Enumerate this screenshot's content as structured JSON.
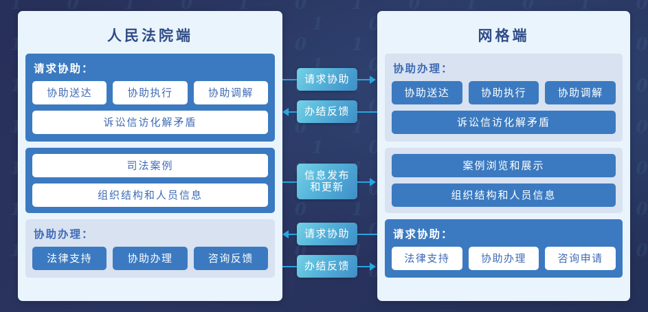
{
  "theme": {
    "background": "#28325e",
    "card_bg": "#eaf4fd",
    "blue": "#3b7ac0",
    "pale": "#d9e2f1",
    "title_color": "#2f4c86",
    "text_blue": "#3f6bb4",
    "arrow_color": "#28a6e0",
    "badge_gradient_from": "#74d2e6",
    "badge_gradient_to": "#3f8ec7"
  },
  "left_panel": {
    "title": "人民法院端",
    "sections": [
      {
        "style": "blue",
        "label": "请求协助：",
        "pills": [
          "协助送达",
          "协助执行",
          "协助调解"
        ],
        "bars": [
          "诉讼信访化解矛盾"
        ]
      },
      {
        "style": "blue",
        "label": "",
        "pills": [],
        "bars": [
          "司法案例",
          "组织结构和人员信息"
        ]
      },
      {
        "style": "pale",
        "label": "协助办理：",
        "pills": [
          "法律支持",
          "协助办理",
          "咨询反馈"
        ],
        "bars": []
      }
    ]
  },
  "right_panel": {
    "title": "网格端",
    "sections": [
      {
        "style": "pale",
        "label": "协助办理：",
        "pills": [
          "协助送达",
          "协助执行",
          "协助调解"
        ],
        "bars": [
          "诉讼信访化解矛盾"
        ]
      },
      {
        "style": "pale",
        "label": "",
        "pills": [],
        "bars": [
          "案例浏览和展示",
          "组织结构和人员信息"
        ]
      },
      {
        "style": "blue",
        "label": "请求协助：",
        "pills": [
          "法律支持",
          "协助办理",
          "咨询申请"
        ],
        "bars": []
      }
    ]
  },
  "connectors": [
    {
      "label": "请求协助",
      "direction": "right"
    },
    {
      "label": "办结反馈",
      "direction": "left"
    },
    {
      "label": "信息发布\n和更新",
      "direction": "right"
    },
    {
      "label": "请求协助",
      "direction": "left"
    },
    {
      "label": "办结反馈",
      "direction": "right"
    }
  ]
}
